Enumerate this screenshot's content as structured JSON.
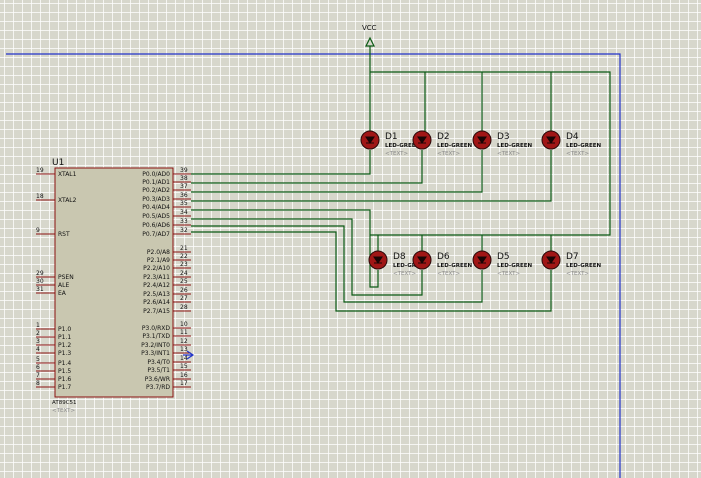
{
  "vcc": {
    "label": "VCC"
  },
  "chip": {
    "ref": "U1",
    "part": "AT89C51",
    "text": "<TEXT>",
    "left_pins": [
      {
        "num": "19",
        "name": "XTAL1"
      },
      {
        "num": "18",
        "name": "XTAL2"
      },
      {
        "num": "9",
        "name": "RST"
      },
      {
        "num": "29",
        "name": "PSEN"
      },
      {
        "num": "30",
        "name": "ALE"
      },
      {
        "num": "31",
        "name": "EA"
      },
      {
        "num": "1",
        "name": "P1.0"
      },
      {
        "num": "2",
        "name": "P1.1"
      },
      {
        "num": "3",
        "name": "P1.2"
      },
      {
        "num": "4",
        "name": "P1.3"
      },
      {
        "num": "5",
        "name": "P1.4"
      },
      {
        "num": "6",
        "name": "P1.5"
      },
      {
        "num": "7",
        "name": "P1.6"
      },
      {
        "num": "8",
        "name": "P1.7"
      }
    ],
    "right_pins": [
      {
        "num": "39",
        "name": "P0.0/AD0"
      },
      {
        "num": "38",
        "name": "P0.1/AD1"
      },
      {
        "num": "37",
        "name": "P0.2/AD2"
      },
      {
        "num": "36",
        "name": "P0.3/AD3"
      },
      {
        "num": "35",
        "name": "P0.4/AD4"
      },
      {
        "num": "34",
        "name": "P0.5/AD5"
      },
      {
        "num": "33",
        "name": "P0.6/AD6"
      },
      {
        "num": "32",
        "name": "P0.7/AD7"
      },
      {
        "num": "21",
        "name": "P2.0/A8"
      },
      {
        "num": "22",
        "name": "P2.1/A9"
      },
      {
        "num": "23",
        "name": "P2.2/A10"
      },
      {
        "num": "24",
        "name": "P2.3/A11"
      },
      {
        "num": "25",
        "name": "P2.4/A12"
      },
      {
        "num": "26",
        "name": "P2.5/A13"
      },
      {
        "num": "27",
        "name": "P2.6/A14"
      },
      {
        "num": "28",
        "name": "P2.7/A15"
      },
      {
        "num": "10",
        "name": "P3.0/RXD"
      },
      {
        "num": "11",
        "name": "P3.1/TXD"
      },
      {
        "num": "12",
        "name": "P3.2/INT0"
      },
      {
        "num": "13",
        "name": "P3.3/INT1"
      },
      {
        "num": "14",
        "name": "P3.4/T0"
      },
      {
        "num": "15",
        "name": "P3.5/T1"
      },
      {
        "num": "16",
        "name": "P3.6/WR"
      },
      {
        "num": "17",
        "name": "P3.7/RD"
      }
    ]
  },
  "leds": [
    {
      "ref": "D1",
      "part": "LED-GREEN",
      "text": "<TEXT>"
    },
    {
      "ref": "D2",
      "part": "LED-GREEN",
      "text": "<TEXT>"
    },
    {
      "ref": "D3",
      "part": "LED-GREEN",
      "text": "<TEXT>"
    },
    {
      "ref": "D4",
      "part": "LED-GREEN",
      "text": "<TEXT>"
    },
    {
      "ref": "D8",
      "part": "LED-GREEN",
      "text": "<TEXT>"
    },
    {
      "ref": "D6",
      "part": "LED-GREEN",
      "text": "<TEXT>"
    },
    {
      "ref": "D5",
      "part": "LED-GREEN",
      "text": "<TEXT>"
    },
    {
      "ref": "D7",
      "part": "LED-GREEN",
      "text": "<TEXT>"
    }
  ],
  "colors": {
    "wire": "#0b5a14",
    "sheet_border": "#2233c8",
    "chip_fill": "#c9c7b0",
    "chip_outline": "#8a1010",
    "led_body": "#a01616"
  }
}
